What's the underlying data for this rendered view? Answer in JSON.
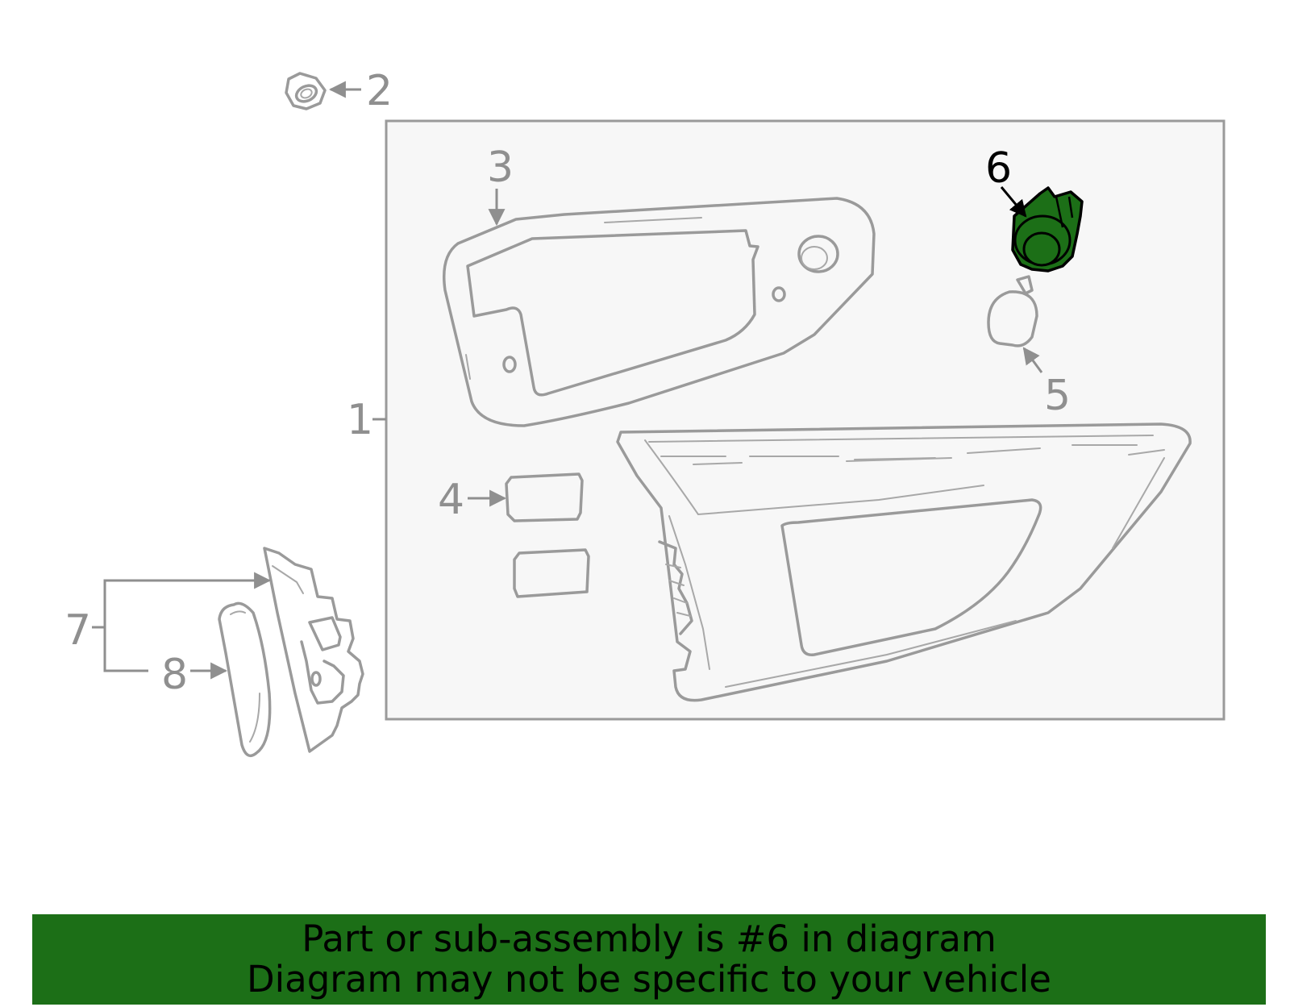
{
  "callouts": {
    "c1": "1",
    "c2": "2",
    "c3": "3",
    "c4": "4",
    "c5": "5",
    "c6": "6",
    "c7": "7",
    "c8": "8"
  },
  "banner": {
    "line1": "Part or sub-assembly is #6 in diagram",
    "line2": "Diagram may not be specific to your vehicle"
  },
  "colors": {
    "highlight": "#1c6f17",
    "outline": "#9a9a9a",
    "panel": "#f7f7f7"
  }
}
